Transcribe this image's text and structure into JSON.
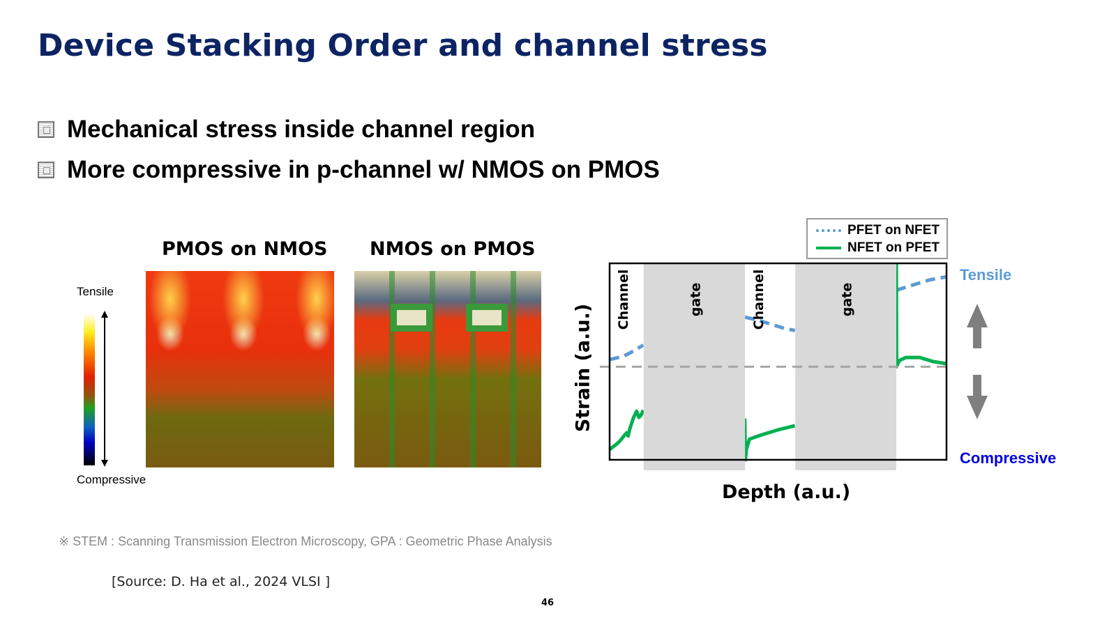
{
  "title": "Device Stacking Order and channel stress",
  "bullets": [
    {
      "icon": "square-bullet-icon",
      "text": "Mechanical stress inside channel region"
    },
    {
      "icon": "square-bullet-icon",
      "text": "More compressive in p-channel w/ NMOS on PMOS"
    }
  ],
  "stem_images": {
    "left_title": "PMOS on NMOS",
    "right_title": "NMOS on PMOS",
    "colorbar_top": "Tensile",
    "colorbar_bottom": "Compressive"
  },
  "footnote": "※ STEM : Scanning Transmission Electron Microscopy, GPA : Geometric  Phase Analysis",
  "source": "[Source: D. Ha et al., 2024 VLSI ]",
  "page_number": "46",
  "chart_data": {
    "type": "line",
    "title": "",
    "xlabel": "Depth (a.u.)",
    "ylabel": "Strain (a.u.)",
    "xlim": [
      0,
      100
    ],
    "ylim": [
      -0.9,
      1.0
    ],
    "zero_line": 0,
    "regions": [
      {
        "label": "Channel",
        "from": 0,
        "to": 10.1,
        "shaded": false
      },
      {
        "label": "gate",
        "from": 10.1,
        "to": 40.2,
        "shaded": true
      },
      {
        "label": "Channel",
        "from": 40.2,
        "to": 55.1,
        "shaded": false
      },
      {
        "label": "gate",
        "from": 55.1,
        "to": 85.1,
        "shaded": true
      }
    ],
    "series": [
      {
        "name": "PFET on NFET",
        "color": "#5b9bd5",
        "style": "dashed",
        "segments": [
          [
            [
              0,
              0.07
            ],
            [
              4,
              0.1
            ],
            [
              7,
              0.15
            ],
            [
              10,
              0.21
            ]
          ],
          [
            [
              40.2,
              0.48
            ],
            [
              44,
              0.45
            ],
            [
              48,
              0.41
            ],
            [
              52,
              0.37
            ],
            [
              55,
              0.35
            ]
          ],
          [
            [
              85.1,
              0.74
            ],
            [
              90,
              0.79
            ],
            [
              95,
              0.84
            ],
            [
              100,
              0.87
            ]
          ]
        ]
      },
      {
        "name": "NFET on PFET",
        "color": "#00b050",
        "style": "solid",
        "segments": [
          [
            [
              0,
              -0.8
            ],
            [
              2,
              -0.75
            ],
            [
              3,
              -0.72
            ],
            [
              4,
              -0.68
            ],
            [
              5,
              -0.64
            ],
            [
              5.5,
              -0.67
            ],
            [
              6,
              -0.6
            ],
            [
              7,
              -0.5
            ],
            [
              8,
              -0.43
            ],
            [
              8.7,
              -0.49
            ],
            [
              9.3,
              -0.47
            ],
            [
              10,
              -0.42
            ]
          ],
          [
            [
              40.1,
              -0.5
            ],
            [
              40.3,
              -0.9
            ],
            [
              40.6,
              -0.8
            ],
            [
              41.5,
              -0.7
            ],
            [
              45,
              -0.66
            ],
            [
              50,
              -0.61
            ],
            [
              55,
              -0.57
            ]
          ],
          [
            [
              85.1,
              1.0
            ],
            [
              85.2,
              0.0
            ],
            [
              86,
              0.06
            ],
            [
              88,
              0.09
            ],
            [
              92,
              0.09
            ],
            [
              96,
              0.05
            ],
            [
              100,
              0.03
            ]
          ]
        ]
      }
    ],
    "legend_position": "top-right",
    "side_labels": {
      "top": "Tensile",
      "bottom": "Compressive"
    },
    "grid": false
  }
}
